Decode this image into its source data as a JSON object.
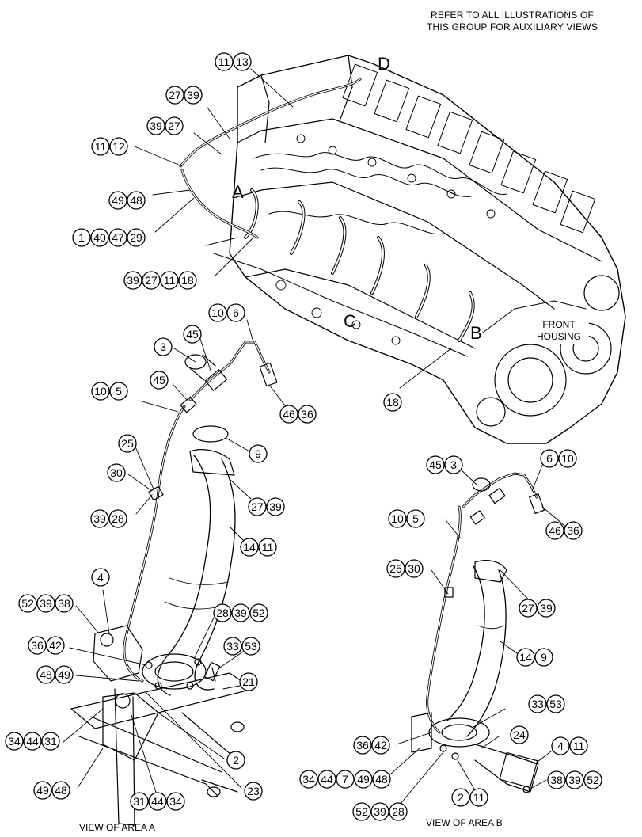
{
  "header": {
    "line1": "REFER TO ALL ILLUSTRATIONS OF",
    "line2": "THIS GROUP FOR AUXILIARY VIEWS"
  },
  "area_letters": [
    "A",
    "B",
    "C",
    "D"
  ],
  "labels": {
    "front_housing_line1": "FRONT",
    "front_housing_line2": "HOUSING"
  },
  "captions": {
    "view_a": "VIEW OF AREA  A",
    "view_b": "VIEW OF AREA B"
  },
  "callout_groups": [
    {
      "ids": [
        "11",
        "13"
      ]
    },
    {
      "ids": [
        "27",
        "39"
      ]
    },
    {
      "ids": [
        "39",
        "27"
      ]
    },
    {
      "ids": [
        "11",
        "12"
      ]
    },
    {
      "ids": [
        "49",
        "48"
      ]
    },
    {
      "ids": [
        "1",
        "40",
        "47",
        "29"
      ]
    },
    {
      "ids": [
        "39",
        "27",
        "11",
        "18"
      ]
    },
    {
      "ids": [
        "18"
      ]
    },
    {
      "ids": [
        "10",
        "6"
      ]
    },
    {
      "ids": [
        "3"
      ]
    },
    {
      "ids": [
        "45"
      ]
    },
    {
      "ids": [
        "45"
      ]
    },
    {
      "ids": [
        "10",
        "5"
      ]
    },
    {
      "ids": [
        "46",
        "36"
      ]
    },
    {
      "ids": [
        "9"
      ]
    },
    {
      "ids": [
        "25"
      ]
    },
    {
      "ids": [
        "30"
      ]
    },
    {
      "ids": [
        "27",
        "39"
      ]
    },
    {
      "ids": [
        "39",
        "28"
      ]
    },
    {
      "ids": [
        "14",
        "11"
      ]
    },
    {
      "ids": [
        "4"
      ]
    },
    {
      "ids": [
        "52",
        "39",
        "38"
      ]
    },
    {
      "ids": [
        "28",
        "39",
        "52"
      ]
    },
    {
      "ids": [
        "36",
        "42"
      ]
    },
    {
      "ids": [
        "33",
        "53"
      ]
    },
    {
      "ids": [
        "48",
        "49"
      ]
    },
    {
      "ids": [
        "21"
      ]
    },
    {
      "ids": [
        "34",
        "44",
        "31"
      ]
    },
    {
      "ids": [
        "2"
      ]
    },
    {
      "ids": [
        "49",
        "48"
      ]
    },
    {
      "ids": [
        "31",
        "44",
        "34"
      ]
    },
    {
      "ids": [
        "23"
      ]
    },
    {
      "ids": [
        "45",
        "3"
      ]
    },
    {
      "ids": [
        "6",
        "10"
      ]
    },
    {
      "ids": [
        "10",
        "5"
      ]
    },
    {
      "ids": [
        "46",
        "36"
      ]
    },
    {
      "ids": [
        "25",
        "30"
      ]
    },
    {
      "ids": [
        "27",
        "39"
      ]
    },
    {
      "ids": [
        "14",
        "9"
      ]
    },
    {
      "ids": [
        "33",
        "53"
      ]
    },
    {
      "ids": [
        "36",
        "42"
      ]
    },
    {
      "ids": [
        "24"
      ]
    },
    {
      "ids": [
        "4",
        "11"
      ]
    },
    {
      "ids": [
        "34",
        "44",
        "7",
        "49",
        "48"
      ]
    },
    {
      "ids": [
        "2",
        "11"
      ]
    },
    {
      "ids": [
        "38",
        "39",
        "52"
      ]
    },
    {
      "ids": [
        "52",
        "39",
        "28"
      ]
    }
  ]
}
